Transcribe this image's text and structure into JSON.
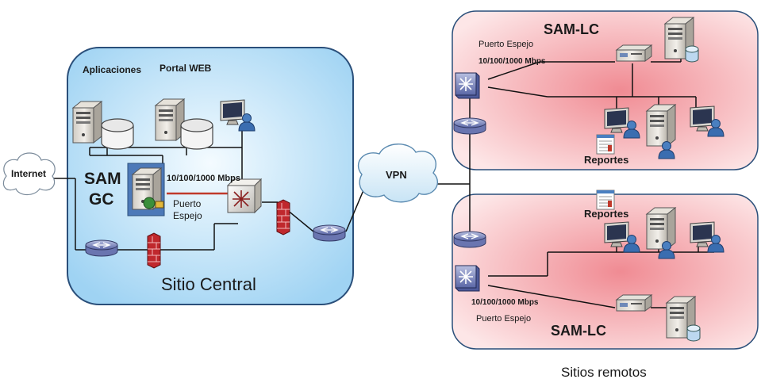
{
  "central": {
    "title": "Sitio Central",
    "apps_label": "Aplicaciones",
    "portal_label": "Portal WEB",
    "sam_line1": "SAM",
    "sam_line2": "GC",
    "speed_label": "10/100/1000 Mbps",
    "mirror_line1": "Puerto",
    "mirror_line2": "Espejo"
  },
  "internet_label": "Internet",
  "vpn_label": "VPN",
  "remote_top": {
    "title": "SAM-LC",
    "mirror_label": "Puerto Espejo",
    "speed_label": "10/100/1000 Mbps",
    "reports_label": "Reportes"
  },
  "remote_bottom": {
    "title": "SAM-LC",
    "mirror_label": "Puerto Espejo",
    "speed_label": "10/100/1000 Mbps",
    "reports_label": "Reportes"
  },
  "remote_caption": "Sitios remotos",
  "colors": {
    "central_fill": "#c9e6f8",
    "remote_fill": "#f7c9cc",
    "mirror_link": "#c0392b"
  }
}
